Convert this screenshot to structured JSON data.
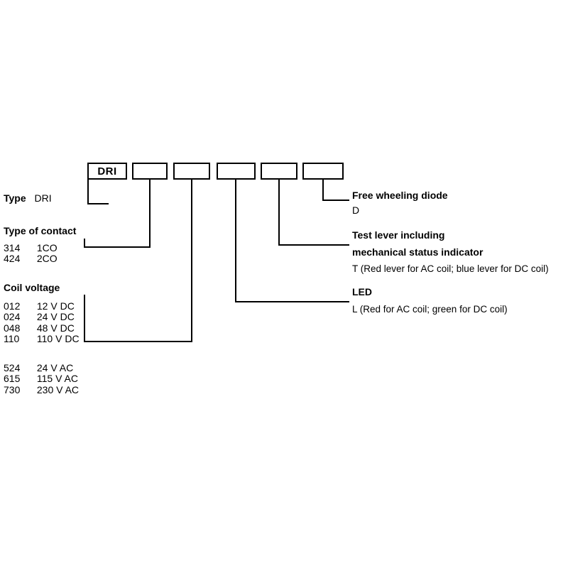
{
  "diagram": {
    "boxes": [
      {
        "label": "DRI"
      },
      {
        "label": ""
      },
      {
        "label": ""
      },
      {
        "label": ""
      },
      {
        "label": ""
      },
      {
        "label": ""
      }
    ],
    "left": {
      "type_label": "Type",
      "type_value": "DRI",
      "contact_heading": "Type of contact",
      "contact_rows": [
        {
          "code": "314",
          "value": "1CO"
        },
        {
          "code": "424",
          "value": "2CO"
        }
      ],
      "coil_heading": "Coil voltage",
      "coil_dc_rows": [
        {
          "code": "012",
          "value": "12 V DC"
        },
        {
          "code": "024",
          "value": "24 V DC"
        },
        {
          "code": "048",
          "value": "48 V DC"
        },
        {
          "code": "110",
          "value": "110 V DC"
        }
      ],
      "coil_ac_rows": [
        {
          "code": "524",
          "value": "24 V AC"
        },
        {
          "code": "615",
          "value": "115 V AC"
        },
        {
          "code": "730",
          "value": "230 V AC"
        }
      ]
    },
    "right": {
      "diode_heading": "Free wheeling diode",
      "diode_value": "D",
      "test_heading_1": "Test lever including",
      "test_heading_2": "mechanical status indicator",
      "test_value": "T (Red lever for AC coil; blue lever for DC coil)",
      "led_heading": "LED",
      "led_value": "L (Red for AC coil; green for DC coil)"
    }
  }
}
